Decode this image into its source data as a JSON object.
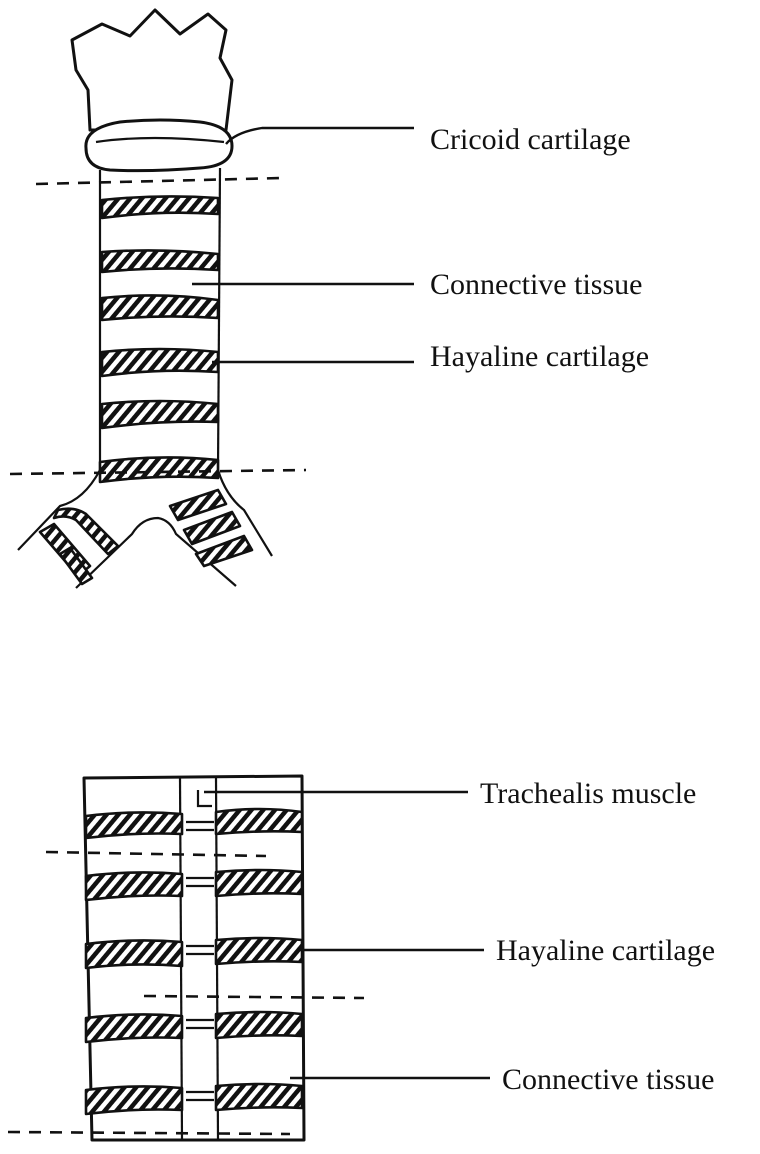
{
  "upper_figure": {
    "labels": {
      "cricoid": "Cricoid cartilage",
      "connective": "Connective tissue",
      "hyaline": "Hayaline cartilage"
    }
  },
  "lower_figure": {
    "labels": {
      "trachealis": "Trachealis muscle",
      "hyaline": "Hayaline cartilage",
      "connective": "Connective tissue"
    }
  }
}
